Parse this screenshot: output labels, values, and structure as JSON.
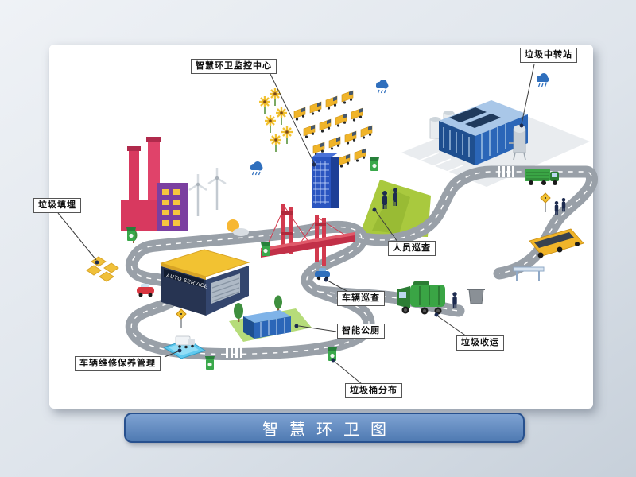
{
  "banner": {
    "title": "智慧环卫图"
  },
  "labels": {
    "monitor_center": "智慧环卫监控中心",
    "garbage_transfer": "垃圾中转站",
    "landfill": "垃圾填埋",
    "personnel_patrol": "人员巡查",
    "vehicle_patrol": "车辆巡查",
    "smart_toilet": "智能公厕",
    "garbage_collection": "垃圾收运",
    "bin_distribution": "垃圾桶分布",
    "vehicle_maintenance": "车辆维修保养管理"
  },
  "illustration": {
    "auto_service_sign": "AUTO SERVICE"
  },
  "colors": {
    "banner_fill": "#5b84b8",
    "banner_border": "#27508e",
    "road": "#99a0a8",
    "accent_green": "#3aa545",
    "accent_yellow": "#f2c232",
    "accent_red": "#d6395a",
    "accent_blue": "#2b66b8",
    "slide_background": "#dde3ea"
  }
}
